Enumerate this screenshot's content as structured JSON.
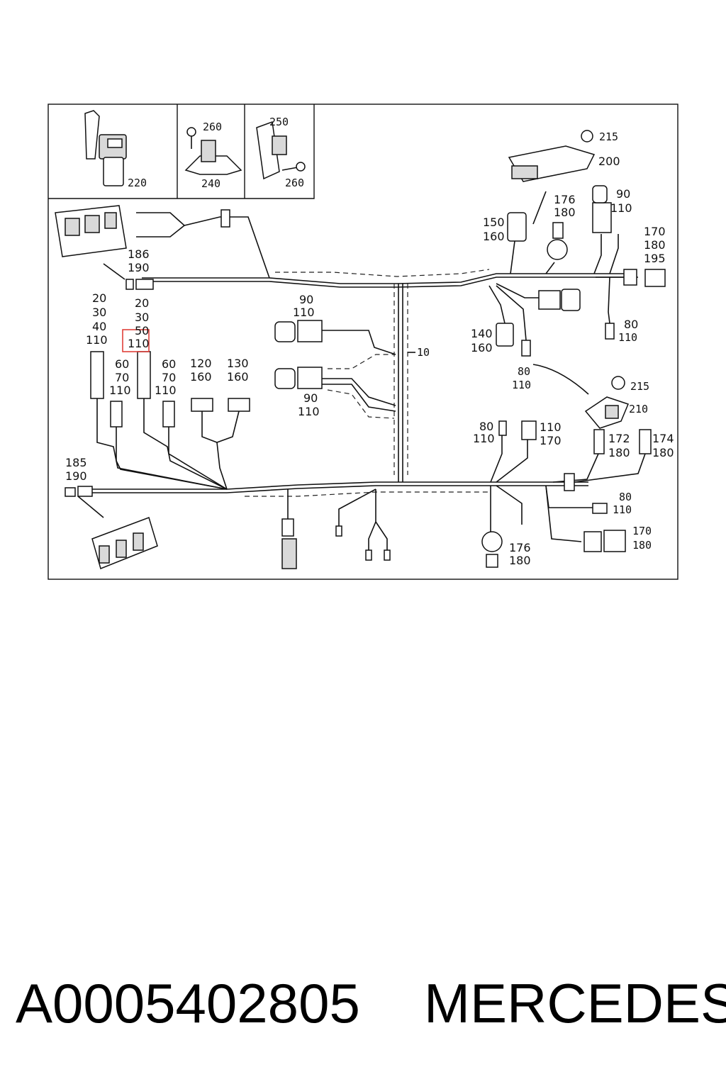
{
  "labels": {
    "l220": "220",
    "l260a": "260",
    "l240": "240",
    "l250": "250",
    "l260b": "260",
    "l215a": "215",
    "l200": "200",
    "l176a": "176",
    "l180a": "180",
    "l90a": "90",
    "l110a": "110",
    "l150": "150",
    "l160a": "160",
    "l170a": "170",
    "l180b": "180",
    "l195": "195",
    "l186": "186",
    "l190a": "190",
    "l20a": "20",
    "l30a": "30",
    "l40": "40",
    "l110b": "110",
    "l20b": "20",
    "l30b": "30",
    "l50": "50",
    "l110c": "110",
    "l90b": "90",
    "l110d": "110",
    "l10": "10",
    "l140": "140",
    "l160b": "160",
    "l80a": "80",
    "l110e": "110",
    "l80b": "80",
    "l110f": "110",
    "l60a": "60",
    "l70a": "70",
    "l110g": "110",
    "l60b": "60",
    "l70b": "70",
    "l110h": "110",
    "l120": "120",
    "l160c": "160",
    "l130": "130",
    "l160d": "160",
    "l90c": "90",
    "l110i": "110",
    "l215b": "215",
    "l210": "210",
    "l80c": "80",
    "l110j": "110",
    "l110k": "110",
    "l170b": "170",
    "l172": "172",
    "l180c": "180",
    "l174": "174",
    "l180d": "180",
    "l185": "185",
    "l190b": "190",
    "l80d": "80",
    "l110l": "110",
    "l170c": "170",
    "l180e": "180",
    "l176b": "176",
    "l180f": "180"
  },
  "caption": {
    "part_number": "A0005402805",
    "brand": "MERCEDES"
  },
  "colors": {
    "highlight": "#e0403a",
    "line": "#111111"
  }
}
